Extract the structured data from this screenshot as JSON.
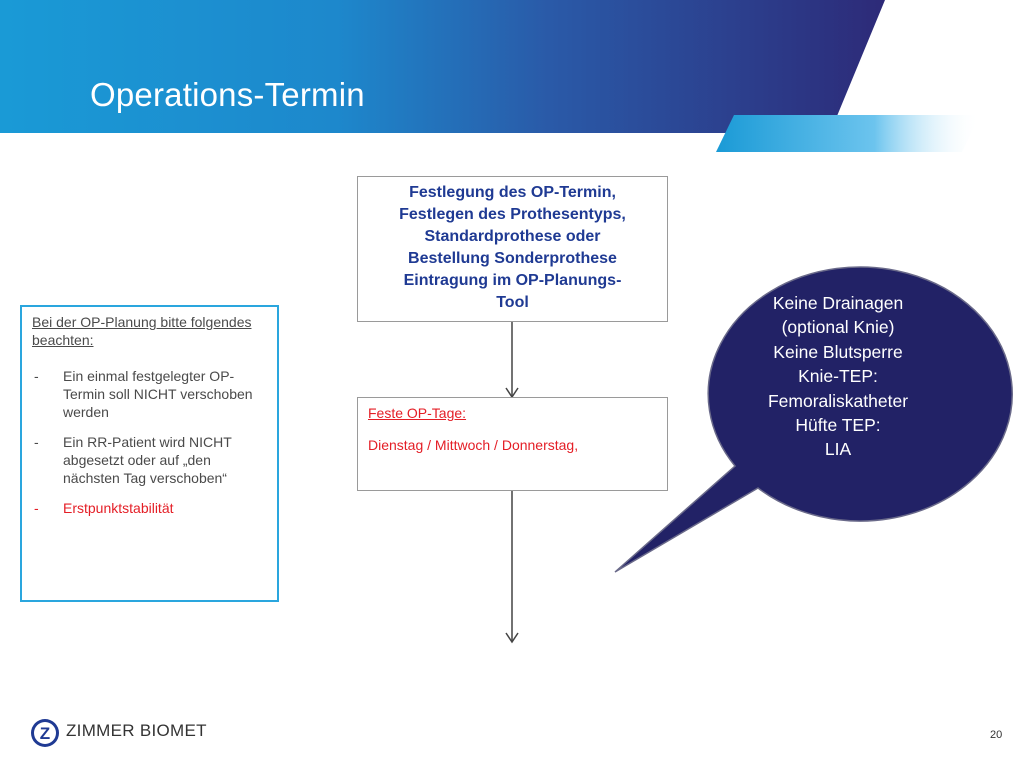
{
  "slide": {
    "title": "Operations-Termin",
    "page_number": "20"
  },
  "process_box": {
    "lines": [
      "Festlegung des OP-Termin,",
      "Festlegen des Prothesentyps,",
      "Standardprothese oder",
      "Bestellung Sonderprothese",
      "Eintragung im OP-Planungs-",
      "Tool"
    ]
  },
  "op_days_box": {
    "heading": "Feste OP-Tage:",
    "days": "Dienstag / Mittwoch / Donnerstag,"
  },
  "note_box": {
    "intro": "Bei der OP-Planung bitte folgendes beachten:",
    "items": [
      "Ein einmal festgelegter OP-Termin soll NICHT verschoben werden",
      "Ein RR-Patient wird NICHT abgesetzt oder auf „den nächsten Tag verschoben“",
      "Erstpunktstabilität"
    ]
  },
  "speech_bubble": {
    "lines": [
      "Keine Drainagen",
      "(optional Knie)",
      "Keine Blutsperre",
      "Knie-TEP:",
      "Femoraliskatheter",
      "Hüfte TEP:",
      "LIA"
    ]
  },
  "logo": {
    "brand": "ZIMMER BIOMET",
    "mark": "Z"
  },
  "colors": {
    "header_light": "#1a9ad6",
    "header_dark": "#2c2c7a",
    "bubble": "#222266",
    "heading_text": "#1f3a93",
    "alert": "#e41e26",
    "note_border": "#2aa6de"
  }
}
